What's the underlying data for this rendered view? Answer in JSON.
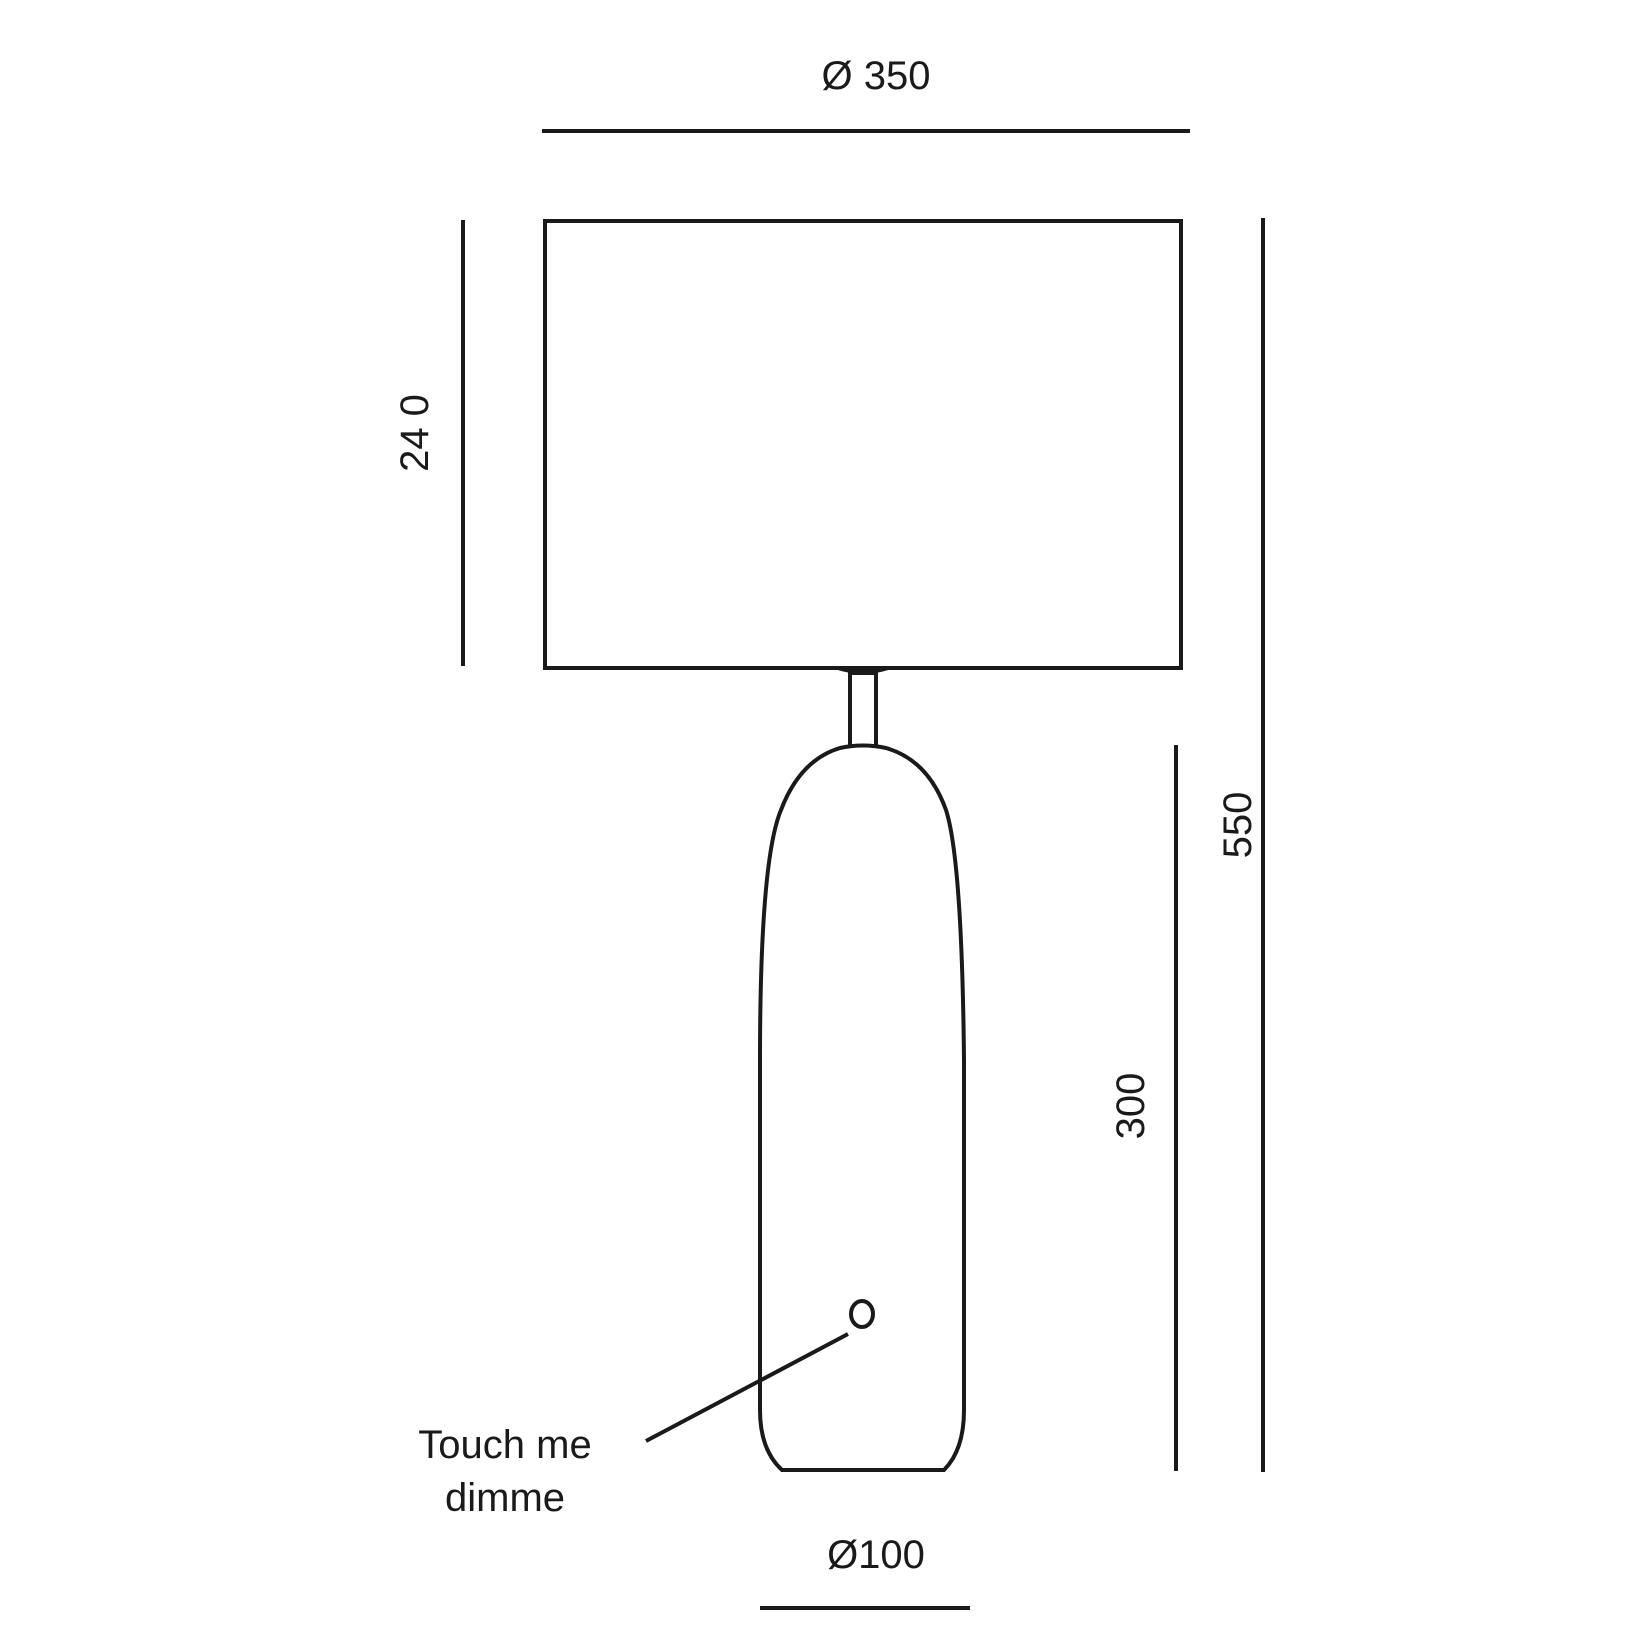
{
  "dimensions": {
    "shade_diameter": "Ø 350",
    "shade_height": "24 0",
    "total_height": "550",
    "base_height": "300",
    "base_diameter": "Ø100"
  },
  "callout": {
    "line1": "Touch me",
    "line2": "dimme"
  },
  "colors": {
    "stroke": "#1a1a1a",
    "background": "#ffffff"
  }
}
